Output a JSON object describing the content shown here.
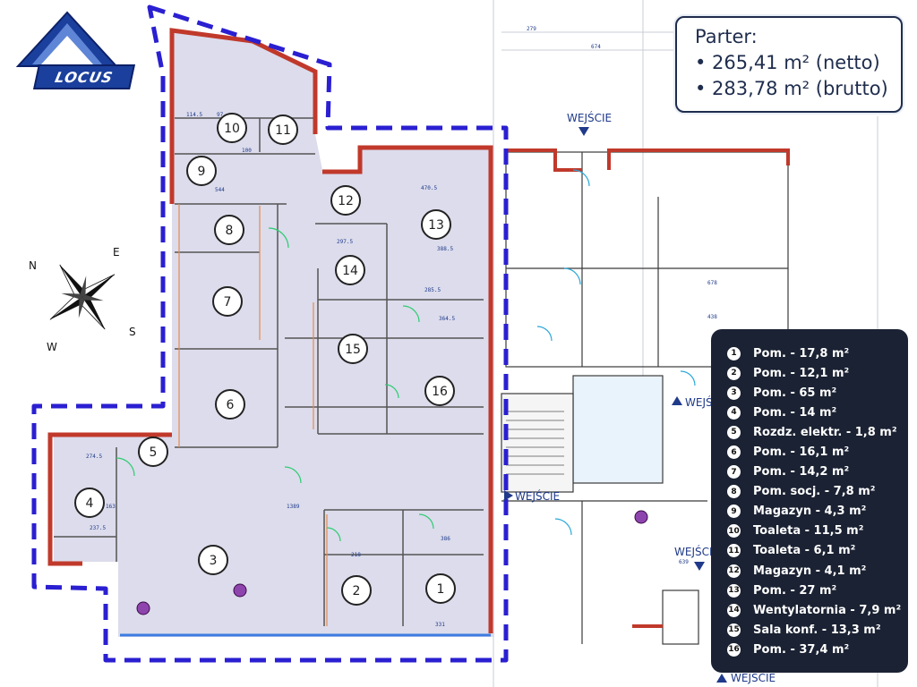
{
  "logo": {
    "text": "LOCUS"
  },
  "summary": {
    "title": "Parter:",
    "netto": "• 265,41 m² (netto)",
    "brutto": "• 283,78 m² (brutto)"
  },
  "entrances": [
    "WEJŚCIE",
    "WEJŚCIE",
    "WEJŚCIE",
    "WEJŚCIE",
    "WEJŚCIE"
  ],
  "compass": {
    "n": "N",
    "e": "E",
    "s": "S",
    "w": "W"
  },
  "rooms": [
    {
      "n": "1",
      "label": "Pom. - 17,8 m²"
    },
    {
      "n": "2",
      "label": "Pom. - 12,1 m²"
    },
    {
      "n": "3",
      "label": "Pom. - 65 m²"
    },
    {
      "n": "4",
      "label": "Pom. - 14 m²"
    },
    {
      "n": "5",
      "label": "Rozdz. elektr. - 1,8 m²"
    },
    {
      "n": "6",
      "label": "Pom. - 16,1 m²"
    },
    {
      "n": "7",
      "label": "Pom. - 14,2 m²"
    },
    {
      "n": "8",
      "label": "Pom. socj. - 7,8 m²"
    },
    {
      "n": "9",
      "label": "Magazyn - 4,3 m²"
    },
    {
      "n": "10",
      "label": "Toaleta - 11,5 m²"
    },
    {
      "n": "11",
      "label": "Toaleta - 6,1 m²"
    },
    {
      "n": "12",
      "label": "Magazyn - 4,1 m²"
    },
    {
      "n": "13",
      "label": "Pom. - 27 m²"
    },
    {
      "n": "14",
      "label": "Wentylatornia - 7,9 m²"
    },
    {
      "n": "15",
      "label": "Sala konf. - 13,3 m²"
    },
    {
      "n": "16",
      "label": "Pom. - 37,4 m²"
    }
  ],
  "dimensions": [
    "279",
    "674",
    "114.5",
    "97",
    "100",
    "544",
    "470.5",
    "388.5",
    "297.5",
    "285.5",
    "364.5",
    "1389",
    "163",
    "218",
    "386",
    "331",
    "274.5",
    "237.5",
    "639",
    "438",
    "678"
  ],
  "colors": {
    "boundary": "#2a1fd1",
    "wall": "#c0392b",
    "floor": "#dcdcec",
    "panel": "#1b2233",
    "summary_text": "#1f2d4d"
  }
}
